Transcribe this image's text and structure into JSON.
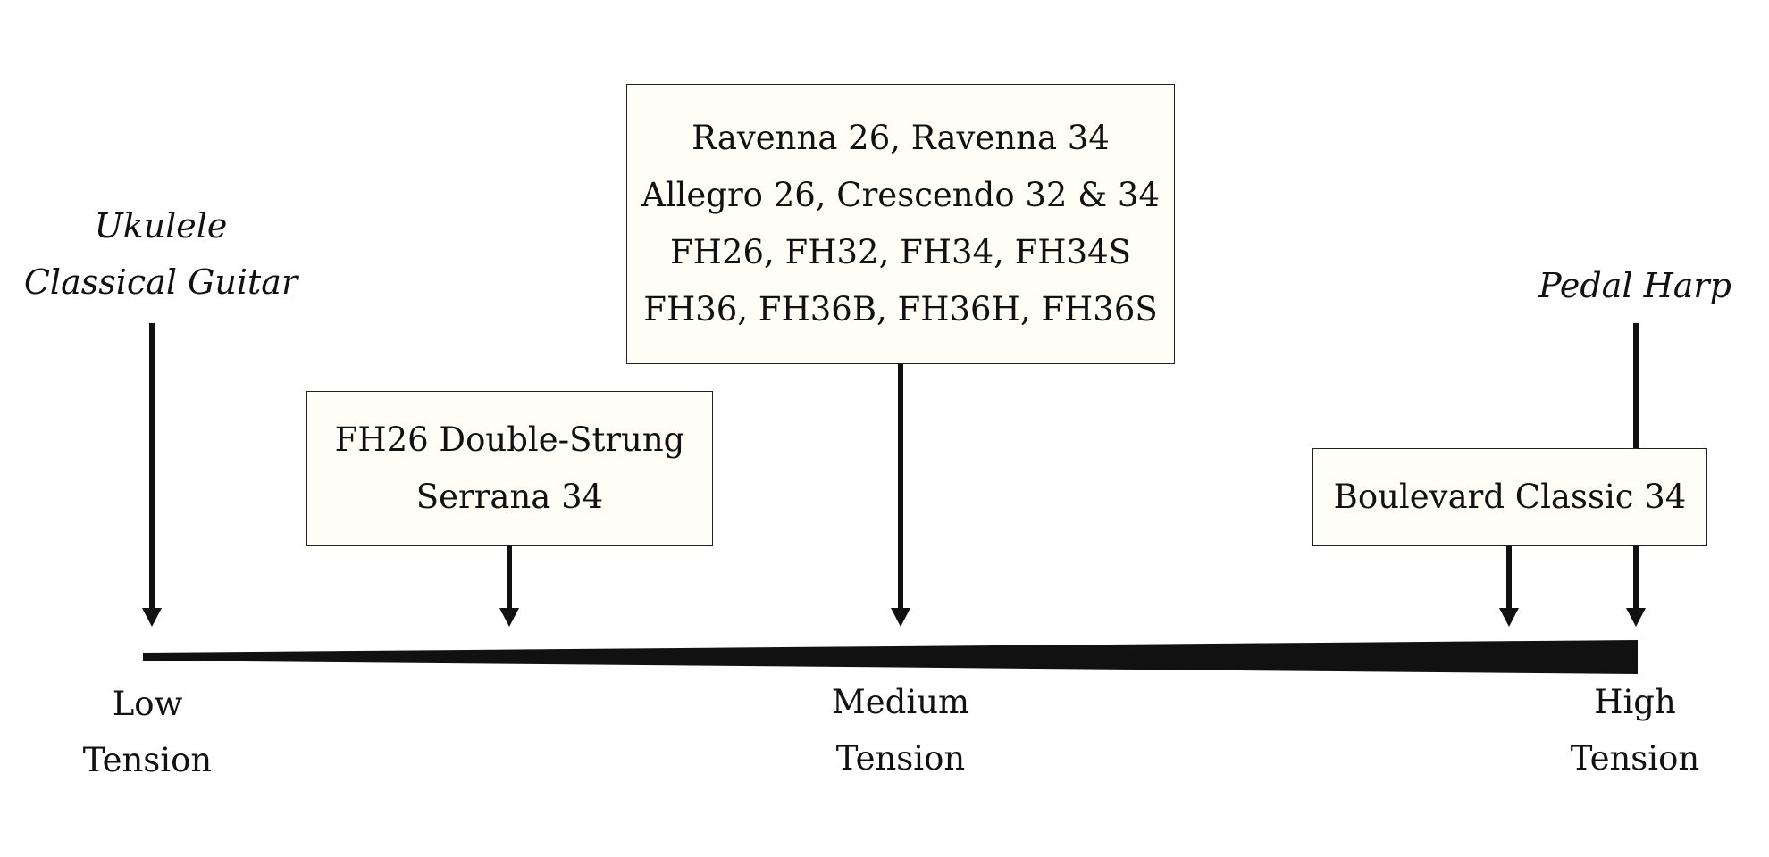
{
  "left_instruments": {
    "line1": "Ukulele",
    "line2": "Classical Guitar"
  },
  "right_instruments": {
    "line1": "Pedal Harp"
  },
  "boxes": {
    "medium": {
      "lines": [
        "Ravenna 26, Ravenna 34",
        "Allegro 26, Crescendo 32 & 34",
        "FH26, FH32, FH34, FH34S",
        "FH36, FH36B, FH36H, FH36S"
      ]
    },
    "low_medium": {
      "lines": [
        "FH26 Double-Strung",
        "Serrana 34"
      ]
    },
    "high_medium": {
      "lines": [
        "Boulevard Classic 34"
      ]
    }
  },
  "scale": {
    "low": {
      "line1": "Low",
      "line2": "Tension"
    },
    "medium": {
      "line1": "Medium",
      "line2": "Tension"
    },
    "high": {
      "line1": "High",
      "line2": "Tension"
    }
  },
  "colors": {
    "box_fill": "#fffef6",
    "ink": "#111111"
  }
}
